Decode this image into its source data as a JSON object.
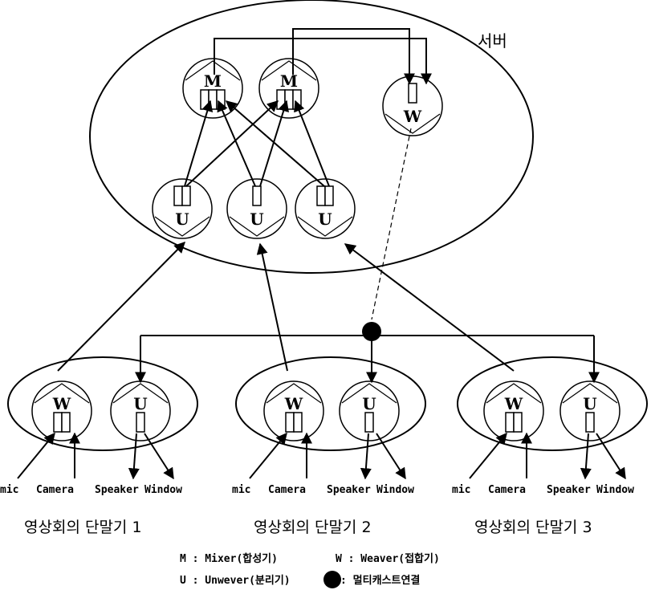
{
  "server": {
    "label": "서버"
  },
  "node_letters": {
    "mixer": "M",
    "weaver": "W",
    "unweaver": "U"
  },
  "terminals": [
    {
      "label": "영상회의 단말기 1",
      "io": [
        "mic",
        "Camera",
        "Speaker",
        "Window"
      ]
    },
    {
      "label": "영상회의 단말기 2",
      "io": [
        "mic",
        "Camera",
        "Speaker",
        "Window"
      ]
    },
    {
      "label": "영상회의 단말기 3",
      "io": [
        "mic",
        "Camera",
        "Speaker",
        "Window"
      ]
    }
  ],
  "legend": {
    "mixer": "M : Mixer(합성기)",
    "weaver": "W : Weaver(접합기)",
    "unweaver": "U : Unwever(분리기)",
    "multicast": ": 멀티캐스트연결"
  }
}
